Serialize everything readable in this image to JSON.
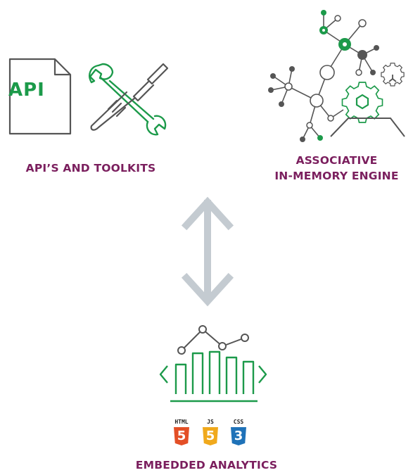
{
  "labels": {
    "api": "API’S AND TOOLKITS",
    "engine_line1": "ASSOCIATIVE",
    "engine_line2": "IN-MEMORY ENGINE",
    "embedded": "EMBEDDED ANALYTICS"
  },
  "api_doc_text": "API",
  "badges": [
    {
      "cap": "HTML",
      "num": "5",
      "color": "#e34f26"
    },
    {
      "cap": "JS",
      "num": "5",
      "color": "#f0a91c"
    },
    {
      "cap": "CSS",
      "num": "3",
      "color": "#1f72b8"
    }
  ],
  "colors": {
    "label": "#7b1f5e",
    "accent_green": "#1c9a4a",
    "line_gray": "#555555",
    "arrow_gray": "#c4cbd1"
  }
}
